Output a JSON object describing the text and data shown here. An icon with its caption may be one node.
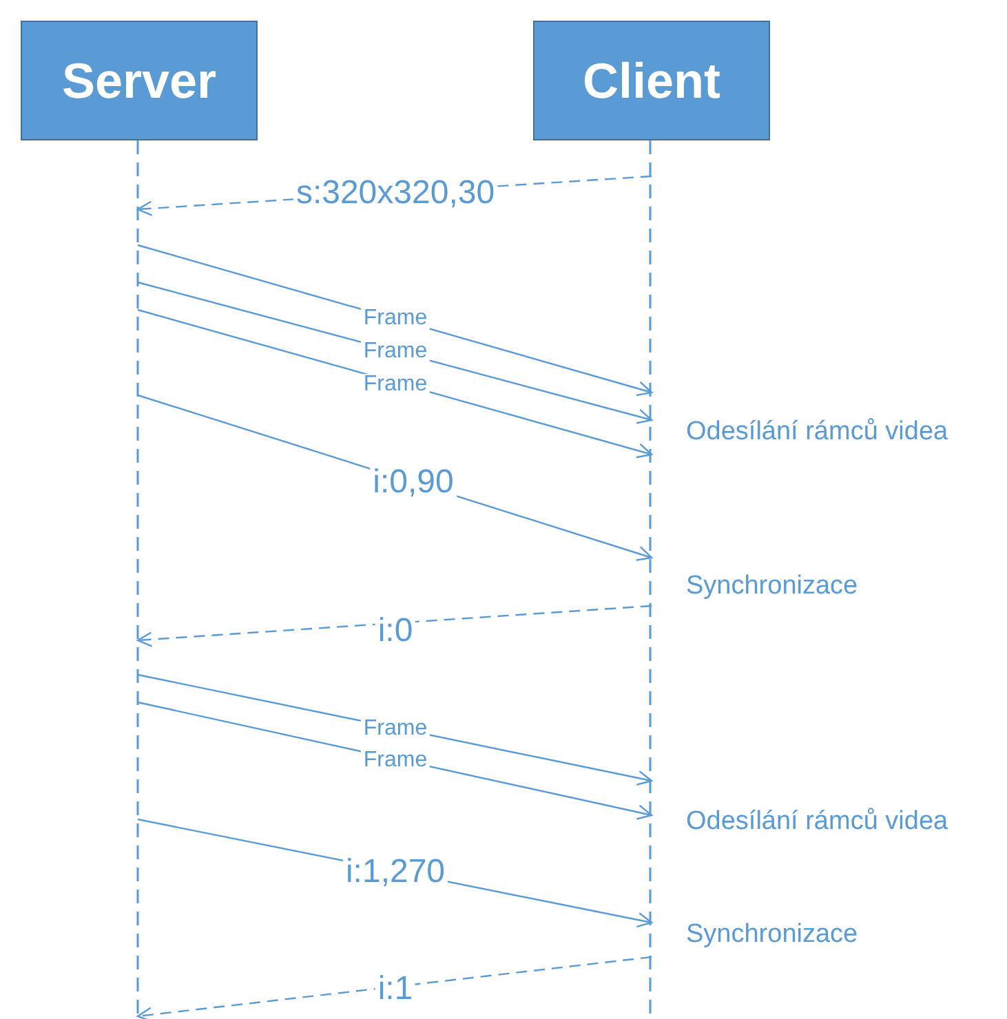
{
  "diagram": {
    "nodes": [
      {
        "text": [
          "Server"
        ]
      },
      {
        "text": [
          "Client"
        ]
      }
    ],
    "edges": [
      {
        "from": 1,
        "to": 0,
        "arrow": "to",
        "label": "s:320x320,30",
        "style": "dashed"
      },
      {
        "from": 0,
        "to": 1,
        "arrow": "to",
        "label": "Frame"
      },
      {
        "from": 0,
        "to": 1,
        "arrow": "to",
        "label": "Frame"
      },
      {
        "from": 0,
        "to": 1,
        "arrow": "to",
        "label": "Frame"
      },
      {
        "from": 0,
        "to": 1,
        "arrow": "to",
        "label": "i:0,90"
      },
      {
        "from": 1,
        "to": 0,
        "arrow": "to",
        "label": "i:0",
        "style": "dashed"
      },
      {
        "from": 0,
        "to": 1,
        "arrow": "to",
        "label": "Frame"
      },
      {
        "from": 0,
        "to": 1,
        "arrow": "to",
        "label": "Frame"
      },
      {
        "from": 0,
        "to": 1,
        "arrow": "to",
        "label": "i:1,270"
      },
      {
        "from": 1,
        "to": 0,
        "arrow": "to",
        "label": "i:1",
        "style": "dashed"
      }
    ],
    "labels": [
      "Odesílání rámců videa",
      "Synchronizace",
      "Odesílání rámců videa",
      "Synchronizace"
    ]
  }
}
